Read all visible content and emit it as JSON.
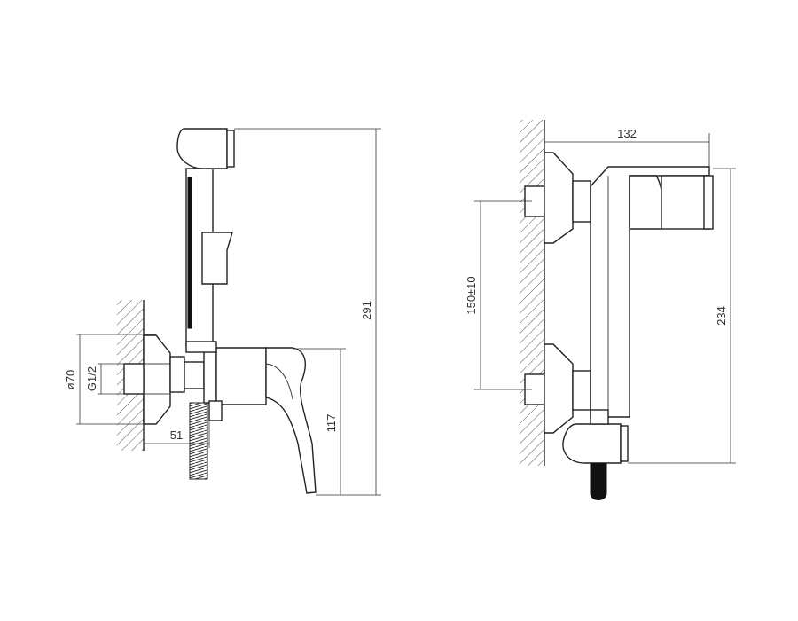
{
  "dimensions": {
    "left_total_height": "291",
    "left_lever_height": "117",
    "left_depth": "51",
    "left_flange_diameter": "ø70",
    "left_thread": "G1/2",
    "right_depth": "132",
    "right_center_distance": "150±10",
    "right_height": "234"
  },
  "colors": {
    "line": "#222222",
    "hatch": "#444444",
    "dimension": "#333333"
  }
}
